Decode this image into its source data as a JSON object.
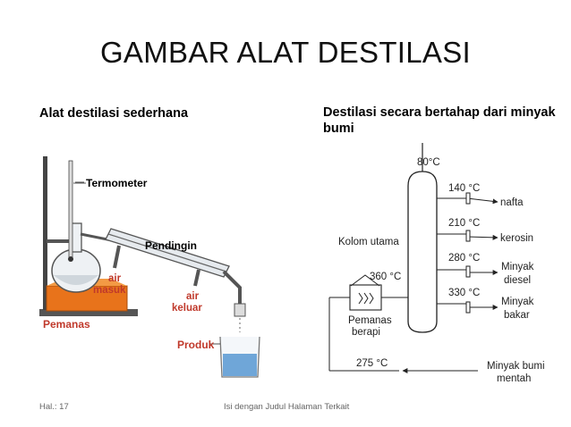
{
  "slide": {
    "title": "GAMBAR ALAT DESTILASI",
    "subtitle_left": "Alat destilasi sederhana",
    "subtitle_right": "Destilasi secara bertahap dari minyak bumi"
  },
  "simple_distillation": {
    "termometer": "Termometer",
    "pendingin": "Pendingin",
    "air_masuk_1": "air",
    "air_masuk_2": "masuk",
    "air_keluar_1": "air",
    "air_keluar_2": "keluar",
    "pemanas": "Pemanas",
    "produk": "Produk"
  },
  "fractional_distillation": {
    "top_temp": "80°C",
    "kolom_utama": "Kolom utama",
    "heater_temp": "360 °C",
    "pemanas_1": "Pemanas",
    "pemanas_2": "berapi",
    "return_temp": "275 °C",
    "crude_1": "Minyak bumi",
    "crude_2": "mentah",
    "fractions": [
      {
        "temp": "140 °C",
        "name": "nafta"
      },
      {
        "temp": "210 °C",
        "name": "kerosin"
      },
      {
        "temp": "280 °C",
        "name_1": "Minyak",
        "name_2": "diesel"
      },
      {
        "temp": "330 °C",
        "name_1": "Minyak",
        "name_2": "bakar"
      }
    ]
  },
  "footer": {
    "page": "Hal.: 17",
    "center": "Isi dengan Judul Halaman Terkait"
  }
}
